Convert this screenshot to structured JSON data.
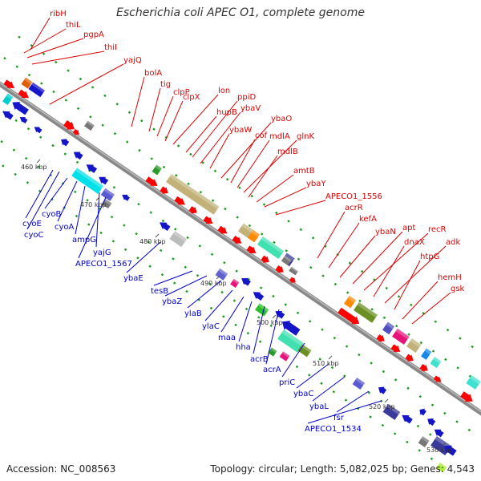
{
  "title": "Escherichia coli APEC O1, complete genome",
  "footer": {
    "accession": "Accession: NC_008563",
    "summary": "Topology: circular; Length: 5,082,025 bp; Genes: 4,543"
  },
  "colors": {
    "plus_label": "#dd0000",
    "minus_label": "#0000cc",
    "backbone": "#888888"
  },
  "ticks": [
    "460 kbp",
    "470 kbp",
    "480 kbp",
    "490 kbp",
    "500 kbp",
    "510 kbp",
    "520 kbp",
    "530 kbp"
  ],
  "genes_plus": [
    {
      "name": "ribH"
    },
    {
      "name": "thiL"
    },
    {
      "name": "pgpA"
    },
    {
      "name": "thiI"
    },
    {
      "name": "yajQ"
    },
    {
      "name": "bolA"
    },
    {
      "name": "tig"
    },
    {
      "name": "clpP"
    },
    {
      "name": "clpX"
    },
    {
      "name": "lon"
    },
    {
      "name": "hupB"
    },
    {
      "name": "ppiD"
    },
    {
      "name": "ybaV"
    },
    {
      "name": "ybaW"
    },
    {
      "name": "ybaO"
    },
    {
      "name": "cof"
    },
    {
      "name": "mdlA"
    },
    {
      "name": "glnK"
    },
    {
      "name": "mdlB"
    },
    {
      "name": "amtB"
    },
    {
      "name": "ybaY"
    },
    {
      "name": "APECO1_1556"
    },
    {
      "name": "acrR"
    },
    {
      "name": "kefA"
    },
    {
      "name": "ybaN"
    },
    {
      "name": "apt"
    },
    {
      "name": "recR"
    },
    {
      "name": "dnaX"
    },
    {
      "name": "adk"
    },
    {
      "name": "htpG"
    },
    {
      "name": "hemH"
    },
    {
      "name": "gsk"
    }
  ],
  "genes_minus": [
    {
      "name": "cyoE"
    },
    {
      "name": "cyoC"
    },
    {
      "name": "cyoB"
    },
    {
      "name": "cyoA"
    },
    {
      "name": "ampG"
    },
    {
      "name": "yajG"
    },
    {
      "name": "APECO1_1567"
    },
    {
      "name": "ybaE"
    },
    {
      "name": "tesB"
    },
    {
      "name": "ybaZ"
    },
    {
      "name": "ylaB"
    },
    {
      "name": "ylaC"
    },
    {
      "name": "maa"
    },
    {
      "name": "hha"
    },
    {
      "name": "acrB"
    },
    {
      "name": "acrA"
    },
    {
      "name": "priC"
    },
    {
      "name": "ybaC"
    },
    {
      "name": "ybaL"
    },
    {
      "name": "fsr"
    },
    {
      "name": "APECO1_1534"
    }
  ]
}
